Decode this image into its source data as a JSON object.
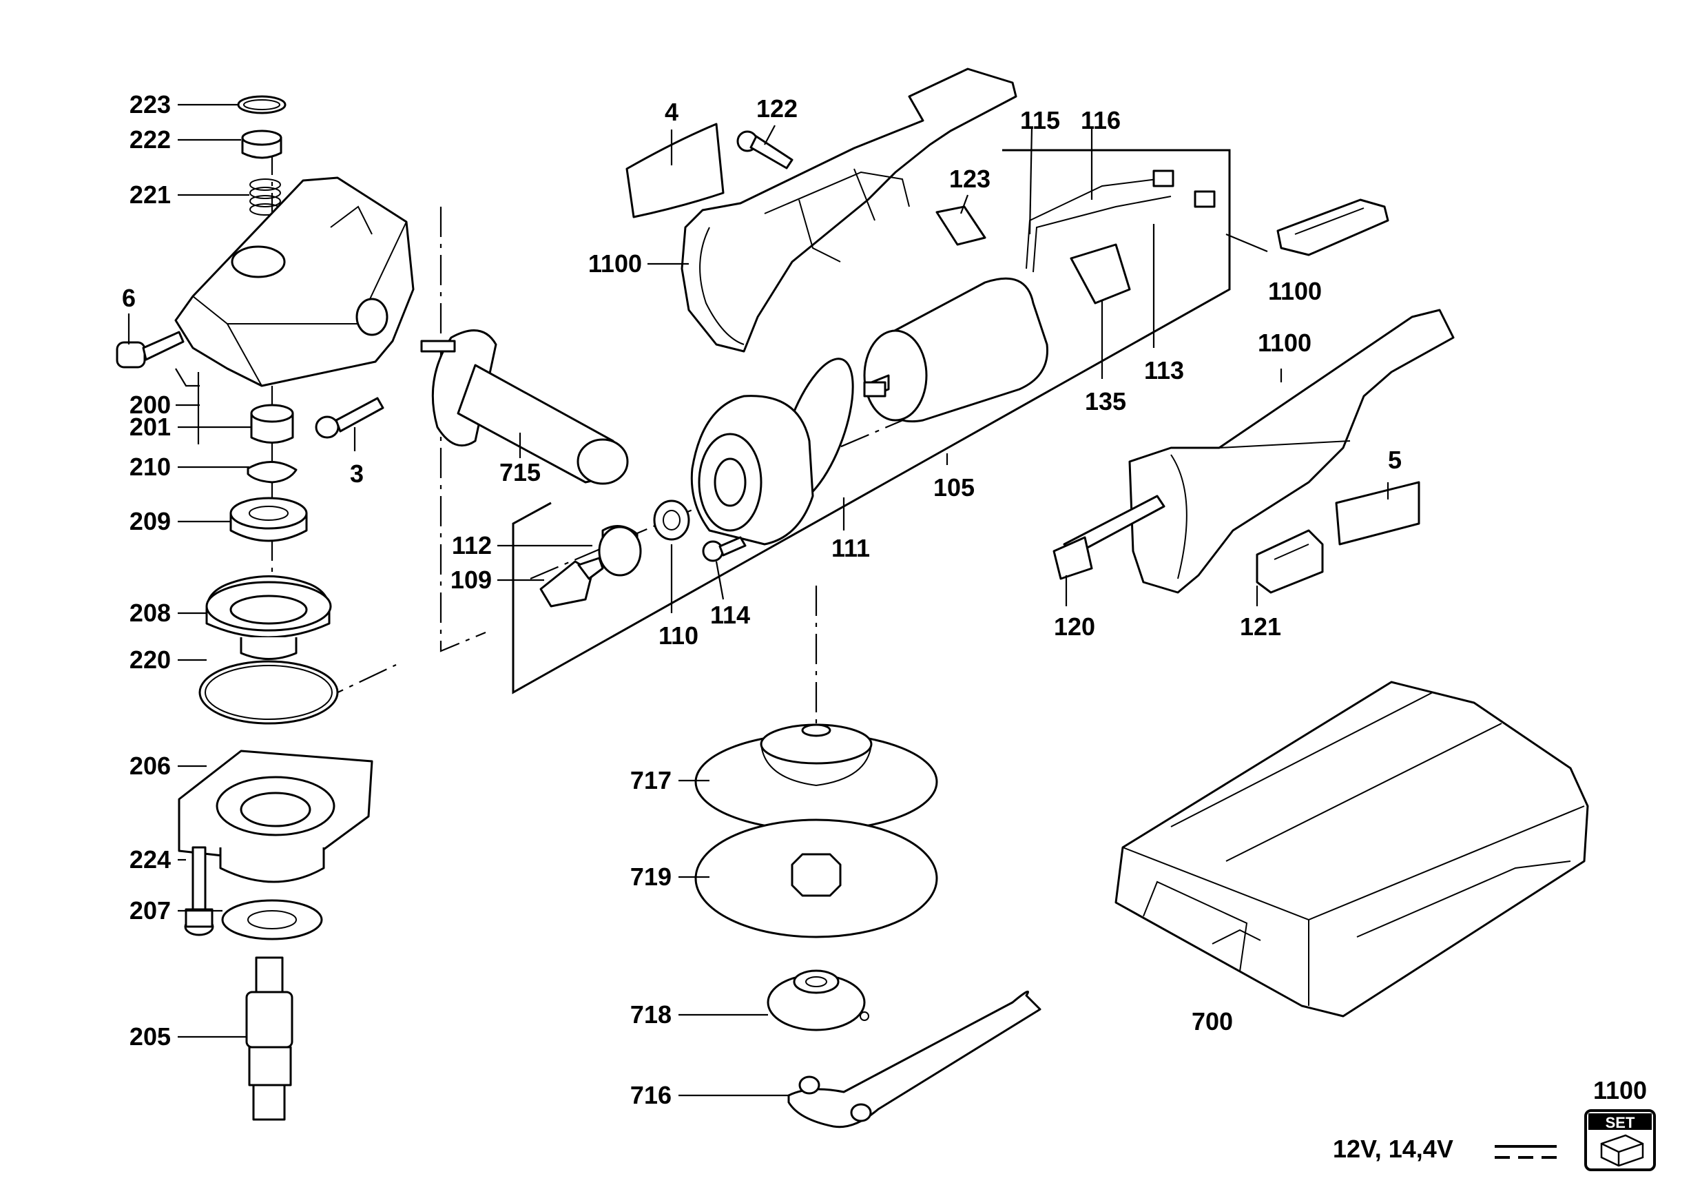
{
  "labels": {
    "p223": "223",
    "p222": "222",
    "p221": "221",
    "p6": "6",
    "p200": "200",
    "p201": "201",
    "p210": "210",
    "p209": "209",
    "p208": "208",
    "p220": "220",
    "p206": "206",
    "p224": "224",
    "p207": "207",
    "p205": "205",
    "p3": "3",
    "p715": "715",
    "p4": "4",
    "p122": "122",
    "p1100_housing": "1100",
    "p123": "123",
    "p115": "115",
    "p116": "116",
    "p1100_switch": "1100",
    "p113": "113",
    "p135": "135",
    "p105": "105",
    "p111": "111",
    "p112": "112",
    "p109": "109",
    "p110": "110",
    "p114": "114",
    "p1100_handle": "1100",
    "p5": "5",
    "p120": "120",
    "p121": "121",
    "p717": "717",
    "p719": "719",
    "p718": "718",
    "p716": "716",
    "p700": "700",
    "p1100_set": "1100"
  },
  "footer": {
    "voltage": "12V, 14,4V",
    "set_text": "SET"
  }
}
